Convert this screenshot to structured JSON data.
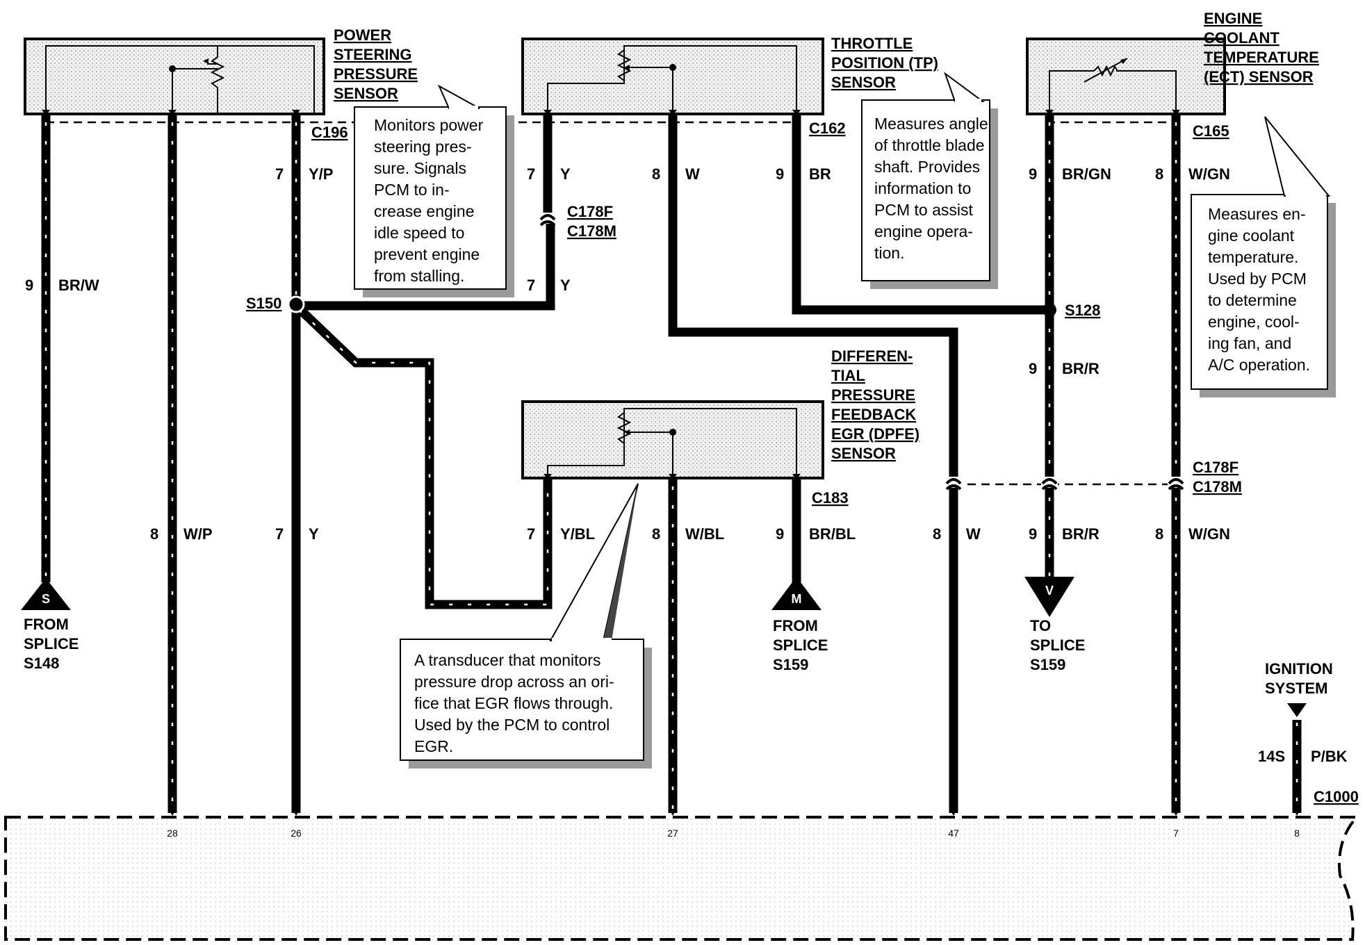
{
  "components": {
    "ps_sensor": [
      "POWER",
      "STEERING",
      "PRESSURE",
      "SENSOR"
    ],
    "tp_sensor": [
      "THROTTLE",
      "POSITION (TP)",
      "SENSOR"
    ],
    "ect_sensor": [
      "ENGINE",
      "COOLANT",
      "TEMPERATURE",
      "(ECT) SENSOR"
    ],
    "dpfe_sensor": [
      "DIFFEREN-",
      "TIAL",
      "PRESSURE",
      "FEEDBACK",
      "EGR (DPFE)",
      "SENSOR"
    ]
  },
  "connectors": {
    "c196": "C196",
    "c162": "C162",
    "c165": "C165",
    "c178_top_f": "C178F",
    "c178_top_m": "C178M",
    "c183": "C183",
    "c178_right_f": "C178F",
    "c178_right_m": "C178M",
    "c1000": "C1000"
  },
  "splices": {
    "s150": "S150",
    "s128": "S128"
  },
  "wires": [
    {
      "id": "w1",
      "circuit": "9",
      "color": "BR/W"
    },
    {
      "id": "w2",
      "circuit": "8",
      "color": "W/P"
    },
    {
      "id": "w3a",
      "circuit": "7",
      "color": "Y/P"
    },
    {
      "id": "w3b",
      "circuit": "7",
      "color": "Y"
    },
    {
      "id": "w4a",
      "circuit": "7",
      "color": "Y"
    },
    {
      "id": "w4b",
      "circuit": "7",
      "color": "Y"
    },
    {
      "id": "w5",
      "circuit": "8",
      "color": "W"
    },
    {
      "id": "w6",
      "circuit": "9",
      "color": "BR"
    },
    {
      "id": "w7",
      "circuit": "7",
      "color": "Y/BL"
    },
    {
      "id": "w8",
      "circuit": "8",
      "color": "W/BL"
    },
    {
      "id": "w9",
      "circuit": "9",
      "color": "BR/BL"
    },
    {
      "id": "w10",
      "circuit": "8",
      "color": "W"
    },
    {
      "id": "w11a",
      "circuit": "9",
      "color": "BR/GN"
    },
    {
      "id": "w11b",
      "circuit": "9",
      "color": "BR/R"
    },
    {
      "id": "w11c",
      "circuit": "9",
      "color": "BR/R"
    },
    {
      "id": "w12a",
      "circuit": "8",
      "color": "W/GN"
    },
    {
      "id": "w12b",
      "circuit": "8",
      "color": "W/GN"
    },
    {
      "id": "w13",
      "circuit": "14S",
      "color": "P/BK"
    }
  ],
  "pcm_pins": [
    "28",
    "26",
    "27",
    "47",
    "7",
    "8"
  ],
  "terminals": {
    "s_letter": "S",
    "s_text": [
      "FROM",
      "SPLICE",
      "S148"
    ],
    "m_letter": "M",
    "m_text": [
      "FROM",
      "SPLICE",
      "S159"
    ],
    "v_letter": "V",
    "v_text": [
      "TO",
      "SPLICE",
      "S159"
    ],
    "ign_text": [
      "IGNITION",
      "SYSTEM"
    ]
  },
  "callouts": {
    "ps": [
      "Monitors power",
      "steering pres-",
      "sure. Signals",
      "PCM to in-",
      "crease engine",
      "idle speed to",
      "prevent engine",
      "from stalling."
    ],
    "tp": [
      "Measures angle",
      "of throttle blade",
      "shaft. Provides",
      "information to",
      "PCM to assist",
      "engine opera-",
      "tion."
    ],
    "ect": [
      "Measures en-",
      "gine coolant",
      "temperature.",
      "Used by PCM",
      "to determine",
      "engine, cool-",
      "ing fan, and",
      "A/C operation."
    ],
    "dpfe": [
      "A transducer that monitors",
      "pressure drop across an ori-",
      "fice that EGR flows through.",
      "Used by the PCM to control",
      "EGR."
    ]
  }
}
